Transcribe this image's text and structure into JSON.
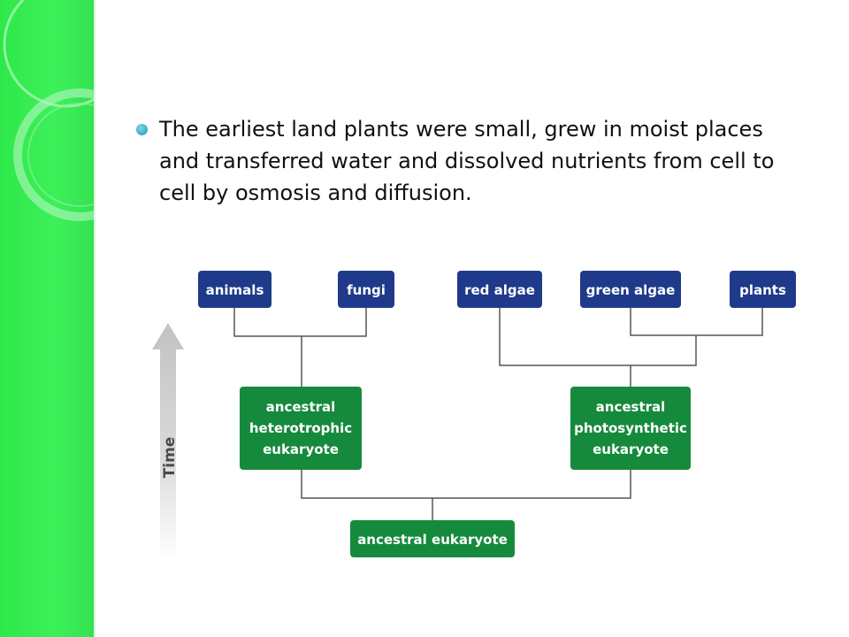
{
  "slide": {
    "bullet": "The earliest land plants were small, grew in moist places and transferred water and dissolved nutrients from cell to cell by osmosis and diffusion."
  },
  "diagram": {
    "time_label": "Time",
    "top_nodes": {
      "animals": "animals",
      "fungi": "fungi",
      "red_algae": "red algae",
      "green_algae": "green algae",
      "plants": "plants"
    },
    "middle_nodes": {
      "heterotrophic": [
        "ancestral",
        "heterotrophic",
        "eukaryote"
      ],
      "photosynthetic": [
        "ancestral",
        "photosynthetic",
        "eukaryote"
      ]
    },
    "root_node": "ancestral eukaryote"
  },
  "colors": {
    "sidebar": "#3df05a",
    "blue_node": "#1f3a8a",
    "green_node": "#168a3c",
    "bullet": "#3aa9c6"
  }
}
